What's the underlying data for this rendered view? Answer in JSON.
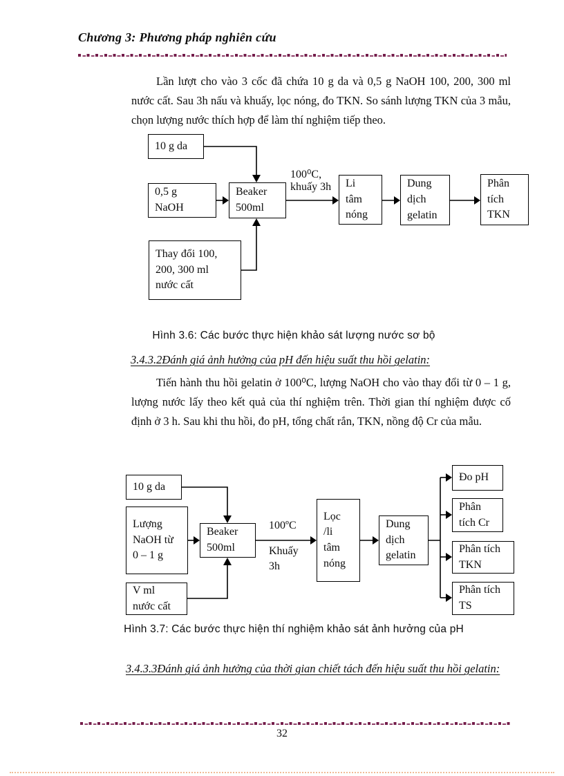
{
  "accent_color": "#731c4a",
  "header": {
    "chapter": "Chương 3:  Phương pháp nghiên cứu"
  },
  "paragraphs": {
    "intro": "Lần lượt cho vào 3 cốc đã chứa 10 g da và 0,5 g NaOH 100, 200, 300 ml nước cất. Sau 3h nấu và khuấy,  lọc nóng, đo TKN.  So sánh lượng TKN của 3 mẫu,  chọn lượng nước thích hợp để làm thí nghiệm tiếp theo.",
    "method": "Tiến hành thu hồi gelatin ở 100⁰C, lượng NaOH  cho vào thay đổi từ 0 – 1 g, lượng nước lấy theo kết quả của thí nghiệm trên. Thời gian thí nghiệm được cố định ở 3 h. Sau khi thu hồi, đo pH, tổng chất rắn, TKN, nồng độ Cr của mẫu."
  },
  "figure_3_6": {
    "boxes": {
      "da": "10 g da",
      "naoh": "0,5 g\nNaOH",
      "beaker": "Beaker\n500ml",
      "water": "Thay đổi 100,\n200, 300 ml\nnước cất",
      "centrifuge": "Li\ntâm\nnóng",
      "gelatin": "Dung\ndịch\ngelatin",
      "tkn": "Phân\ntích\nTKN"
    },
    "arrow_label": "100⁰C,\nkhuấy 3h",
    "caption": "Hình 3.6: Các bước thực hiện khảo sát lượng nước sơ bộ"
  },
  "sections": {
    "s342": {
      "number": "3.4.3.2",
      "title": "Đánh giá ảnh hưởng của pH đến hiệu suất thu hồi gelatin:"
    },
    "s343": {
      "number": "3.4.3.3",
      "title": "Đánh giá ảnh hưởng của thời gian chiết tách đến hiệu suất thu hồi gelatin:"
    }
  },
  "figure_3_7": {
    "boxes": {
      "da": "10 g da",
      "naoh": "Lượng\nNaOH từ\n0 – 1 g",
      "beaker": "Beaker\n500ml",
      "water": "V ml\nnước cất",
      "filter": "Lọc\n/li\ntâm\nnóng",
      "gelatin": "Dung\ndịch\ngelatin",
      "ph": "Đo pH",
      "cr": "Phân\ntích Cr",
      "tkn": "Phân tích\nTKN",
      "ts": "Phân tích\nTS"
    },
    "temp_label": "100ºC",
    "stir_label": "Khuấy\n3h",
    "caption": "Hình 3.7: Các bước thực hiện thí nghiệm khảo sát ảnh hưởng của pH"
  },
  "footer": {
    "page_number": "32"
  }
}
